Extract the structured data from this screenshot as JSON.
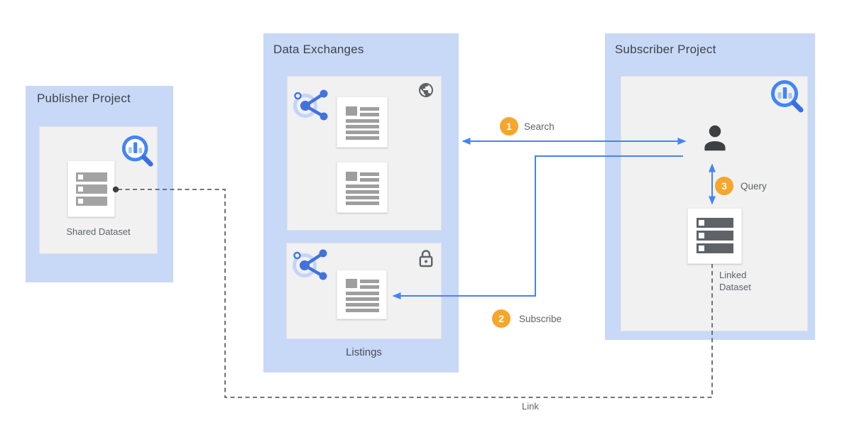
{
  "diagram": {
    "publisher": {
      "title": "Publisher Project",
      "dataset_label": "Shared Dataset"
    },
    "data_exchanges": {
      "title": "Data Exchanges",
      "listings_label": "Listings"
    },
    "subscriber": {
      "title": "Subscriber Project",
      "linked_dataset_label": "Linked Dataset"
    },
    "steps": {
      "search": {
        "number": "1",
        "label": "Search"
      },
      "subscribe": {
        "number": "2",
        "label": "Subscribe"
      },
      "query": {
        "number": "3",
        "label": "Query"
      }
    },
    "link_label": "Link",
    "colors": {
      "project_box_blue": "#c8d8f7",
      "panel_gray": "#f1f1f2",
      "arrow_blue": "#4285f4",
      "step_badge_orange": "#f6a62b",
      "dashed_link_gray": "#5f6368",
      "icon_blue": "#4272db",
      "icon_light_blue": "#c5d4f6",
      "icon_dark_gray": "#5f6368",
      "dataset_bar_gray": "#a3a3a3",
      "linked_dataset_bar_gray": "#5f6368"
    },
    "icons": {
      "exchange": "analytics-hub-share-icon",
      "search_insights": "magnifier-chart-icon",
      "public": "globe-icon",
      "private": "lock-icon",
      "user": "person-icon"
    }
  }
}
